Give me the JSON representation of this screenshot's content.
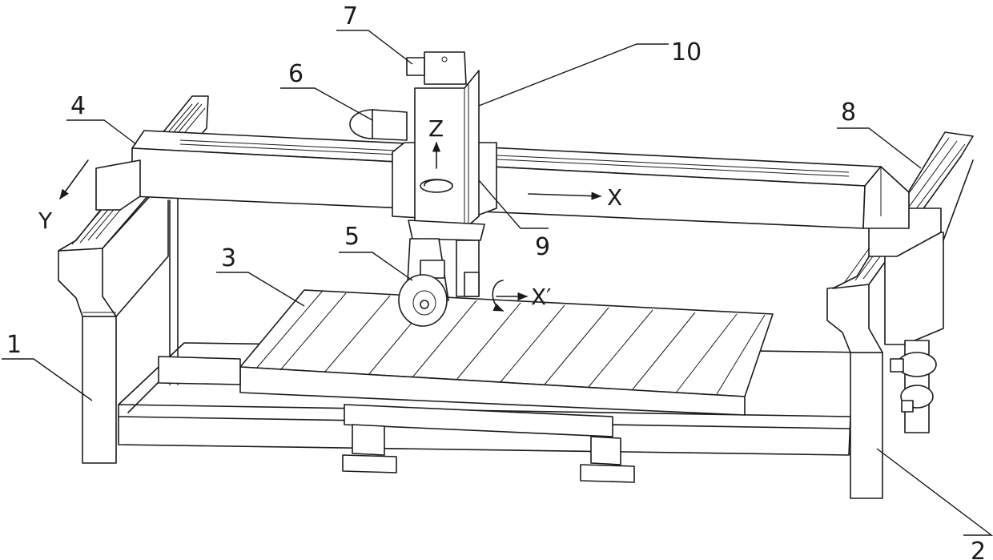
{
  "part_labels": {
    "p1": "1",
    "p2": "2",
    "p3": "3",
    "p4": "4",
    "p5": "5",
    "p6": "6",
    "p7": "7",
    "p8": "8",
    "p9": "9",
    "p10": "10"
  },
  "axis_labels": {
    "x": "X",
    "y": "Y",
    "z": "Z",
    "x_prime": "X′"
  }
}
